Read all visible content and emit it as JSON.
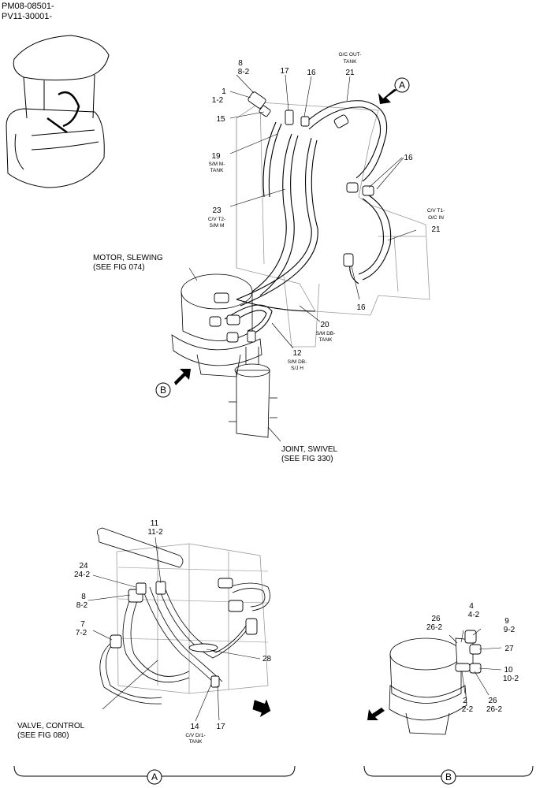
{
  "header": {
    "line1": "PM08-08501-",
    "line2": "PV11-30001-"
  },
  "view_a": {
    "marker": "A",
    "callouts": {
      "c8": "8",
      "c8_2": "8-2",
      "c17": "17",
      "c16": "16",
      "c21_top": "21",
      "oc_out_tank_1": "O/C OUT-",
      "oc_out_tank_2": "TANK",
      "c1": "1",
      "c1_2": "1-2",
      "c15": "15",
      "c19": "19",
      "sm_m_tank_1": "S/M M-",
      "sm_m_tank_2": "TANK",
      "c16_right": "16",
      "c23": "23",
      "cv_t2_1": "C/V T2-",
      "cv_t2_2": "S/M M",
      "cv_t1_1": "C/V T1-",
      "cv_t1_2": "O/C IN",
      "c21_right": "21",
      "motor_1": "MOTOR, SLEWING",
      "motor_2": "(SEE FIG 074)",
      "c16_bottom": "16",
      "c20": "20",
      "sm_db_tank_1": "S/M DB-",
      "sm_db_tank_2": "TANK",
      "c12": "12",
      "sm_db_sjh_1": "S/M DB-",
      "sm_db_sjh_2": "S/J H",
      "joint_1": "JOINT, SWIVEL",
      "joint_2": "(SEE FIG 330)"
    }
  },
  "view_b_marker": "B",
  "detail_a": {
    "marker": "A",
    "callouts": {
      "c11": "11",
      "c11_2": "11-2",
      "c24": "24",
      "c24_2": "24-2",
      "c8": "8",
      "c8_2": "8-2",
      "c7": "7",
      "c7_2": "7-2",
      "c28": "28",
      "valve_1": "VALVE, CONTROL",
      "valve_2": "(SEE FIG 080)",
      "c14": "14",
      "cv_dr1_1": "C/V Dr1-",
      "cv_dr1_2": "TANK",
      "c17": "17"
    }
  },
  "detail_b": {
    "marker": "B",
    "callouts": {
      "c4": "4",
      "c4_2": "4-2",
      "c26": "26",
      "c26_2": "26-2",
      "c9": "9",
      "c9_2": "9-2",
      "c27": "27",
      "c10": "10",
      "c10_2": "10-2",
      "c2": "2",
      "c2_2": "2-2",
      "c26b": "26",
      "c26b_2": "26-2"
    }
  }
}
